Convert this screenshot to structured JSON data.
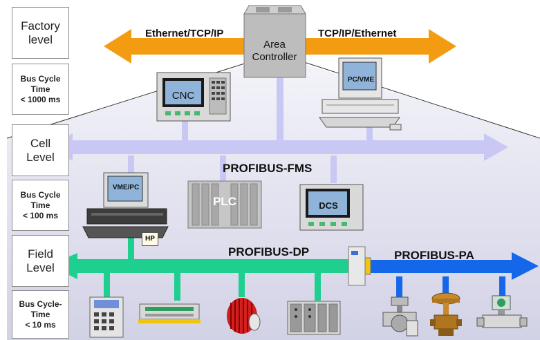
{
  "levels": [
    {
      "name": "Factory\nlevel",
      "cycle": "Bus Cycle\nTime\n< 1000 ms"
    },
    {
      "name": "Cell\nLevel",
      "cycle": "Bus Cycle\nTime\n< 100 ms"
    },
    {
      "name": "Field\nLevel",
      "cycle": "Bus Cycle-\nTime\n< 10 ms"
    }
  ],
  "buses": {
    "ethernet_left": "Ethernet/TCP/IP",
    "ethernet_right": "TCP/IP/Ethernet",
    "fms": "PROFIBUS-FMS",
    "dp": "PROFIBUS-DP",
    "pa": "PROFIBUS-PA"
  },
  "devices": {
    "area_controller": "Area\nController",
    "cnc": "CNC",
    "pc_vme": "PC/VME",
    "vme_pc": "VME/PC",
    "hp": "HP",
    "plc": "PLC",
    "dcs": "DCS"
  },
  "colors": {
    "ethernet": "#f39c12",
    "fms": "#c9c8f5",
    "dp": "#1fcf8f",
    "pa": "#1467e8",
    "panel": "#dcdcec"
  },
  "field_devices": [
    {
      "icon": "operator-panel-icon"
    },
    {
      "icon": "io-module-icon"
    },
    {
      "icon": "drive-motor-icon"
    },
    {
      "icon": "remote-io-icon"
    },
    {
      "icon": "valve-actuator-icon"
    },
    {
      "icon": "control-valve-icon"
    },
    {
      "icon": "flow-transmitter-icon"
    }
  ]
}
